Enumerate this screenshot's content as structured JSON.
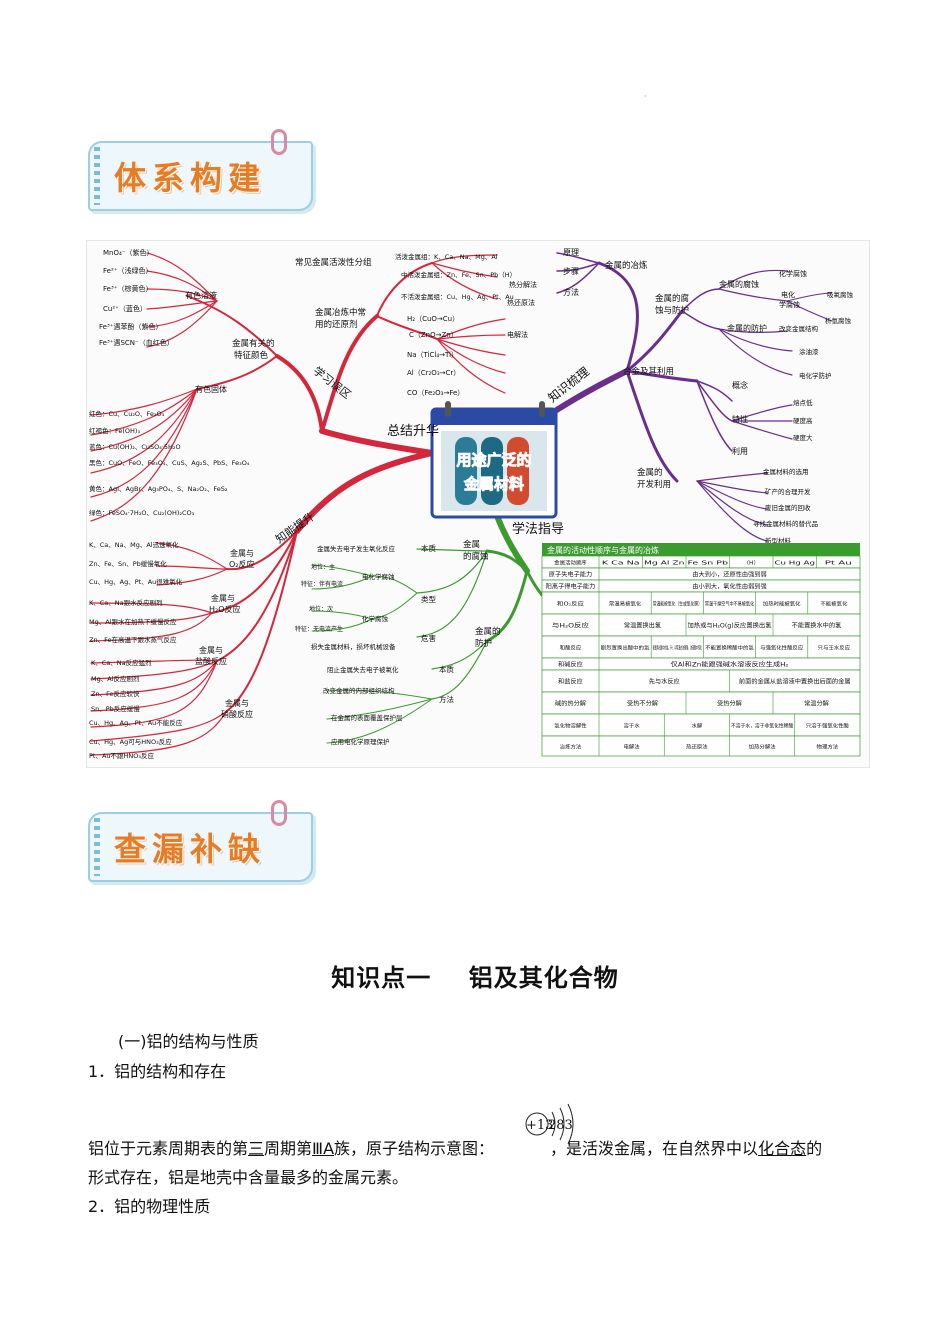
{
  "header_mark": "·",
  "banner1": {
    "title": "体系构建"
  },
  "banner2": {
    "title": "查漏补缺"
  },
  "mindmap": {
    "center_line1": "用途广泛的",
    "center_line2": "金属材料",
    "hubs": {
      "summary": "总结升华",
      "study_section": "学习误区",
      "ability": "知能提升",
      "sort": "知识梳理",
      "guide": "学法指导"
    },
    "metal_color": {
      "group": "金属有关的特征颜色",
      "solution": "有色溶液",
      "solid": "有色固体",
      "solution_items": [
        "MnO₄⁻（紫色）",
        "Fe²⁺（浅绿色）",
        "Fe³⁺（棕黄色）",
        "Cu²⁺（蓝色）",
        "Fe³⁺遇苯酚（紫色）",
        "Fe³⁺遇SCN⁻（血红色）"
      ],
      "solid_items": [
        "红色：Cu、Cu₂O、Fe₂O₃",
        "红褐色：Fe(OH)₃",
        "蓝色：Cu(OH)₂、CuSO₄·5H₂O",
        "黑色：CuO、FeO、Fe₃O₄、CuS、Ag₂S、PbS、Fe₃O₄",
        "黄色：AgI、AgBr、Ag₃PO₄、S、Na₂O₂、FeS₂",
        "绿色：FeSO₄·7H₂O、Cu₂(OH)₂CO₃"
      ]
    },
    "activity": {
      "group": "常见金属活泼性分组",
      "items": [
        "活泼金属组：K、Ca、Na、Mg、Al",
        "中活泼金属组：Zn、Fe、Sn、Pb（H）",
        "不活泼金属组：Cu、Hg、Ag、Pt、Au"
      ]
    },
    "reduction": {
      "group": "金属冶炼中常用的还原剂",
      "items": [
        "H₂（CuO→Cu）",
        "C（ZnO→Zn）",
        "Na（TiCl₄→Ti）",
        "Al（Cr₂O₃→Cr）",
        "CO（Fe₂O₃→Fe）"
      ]
    },
    "reactions": {
      "o2": "金属与O₂反应",
      "h2o": "金属与H₂O反应",
      "hcl": "金属与盐酸反应",
      "hno3": "金属与硝酸反应",
      "o2_items": [
        "K、Ca、Na、Mg、Al迅速氧化",
        "Zn、Fe、Sn、Pb缓慢氧化",
        "Cu、Hg、Ag、Pt、Au很难氧化"
      ],
      "h2o_items": [
        "K、Ca、Na跟水反应剧烈",
        "Mg、Al跟水在加热下缓慢反应",
        "Zn、Fe在高温下跟水蒸气反应"
      ],
      "hcl_items": [
        "K、Ca、Na反应猛烈",
        "Mg、Al反应剧烈",
        "Zn、Fe反应较快",
        "Sn、Pb反应缓慢",
        "Cu、Hg、Ag、Pt、Au不能反应"
      ],
      "hno3_items": [
        "Cu、Hg、Ag可与HNO₃反应",
        "Pt、Au不跟HNO₃反应"
      ]
    },
    "smelting": {
      "group": "金属的冶炼",
      "principle": "原理",
      "steps": "步骤",
      "method": "方法",
      "methods": [
        "热分解法",
        "热还原法",
        "电解法"
      ]
    },
    "corrosion_protect": {
      "group": "金属的腐蚀与防护",
      "corrosion": "金属的腐蚀",
      "protection": "金属的防护",
      "chem": "化学腐蚀",
      "electro": "电化学腐蚀",
      "hydrogen": "析氢腐蚀",
      "oxygen": "吸氧腐蚀",
      "p1": "改变金属结构",
      "p2": "涂油漆",
      "p3": "电化学防护"
    },
    "alloy": {
      "group": "合金及其利用",
      "concept": "概念",
      "feature": "特性",
      "use": "利用",
      "f1": "熔点低",
      "f2": "硬度高",
      "f3": "硬度大"
    },
    "develop": {
      "group": "金属的开发利用",
      "items": [
        "金属材料的选用",
        "矿产的合理开发",
        "废旧金属的回收",
        "寻找金属材料的替代品",
        "新型材料"
      ]
    },
    "green_corrosion": {
      "group": "金属的腐蚀",
      "essence": "本质",
      "type": "类型",
      "harm": "危害",
      "essence_text": "金属失去电子发生氧化反应",
      "electro": "电化学腐蚀",
      "electro_a": "地位：主",
      "electro_b": "特征：伴有电流",
      "chem": "化学腐蚀",
      "chem_a": "地位：次",
      "chem_b": "特征：无电流产生",
      "harm_text": "损失金属材料，损坏机械设备"
    },
    "green_protect": {
      "group": "金属的防护",
      "essence": "本质",
      "method": "方法",
      "essence_text": "阻止金属失去电子被氧化",
      "m1": "改变金属的内部组织结构",
      "m2": "在金属的表面覆盖保护层",
      "m3": "应用电化学原理保护"
    },
    "table": {
      "title": "金属的活动性顺序与金属的冶炼",
      "rows": [
        [
          "金属活动顺序",
          "K Ca Na",
          "Mg Al Zn",
          "Fe Sn Pb",
          "（H）",
          "Cu Hg Ag",
          "Pt Au"
        ],
        [
          "原子失电子能力",
          "由大到小，还原性由强到弱"
        ],
        [
          "阳离子得电子能力",
          "由小到大，氧化性由弱到强"
        ],
        [
          "和O₂反应",
          "常温易被氧化",
          "常温能被氧化（生成氧化膜）",
          "常温干燥空气中不易被氧化",
          "加热时能被氧化",
          "不能被氧化"
        ],
        [
          "与H₂O反应",
          "常温置换出氢",
          "加热或与H₂O(g)反应置换出氢",
          "不能置换水中的氢"
        ],
        [
          "和酸反应",
          "剧烈置换出酸中的氢",
          "能置换出酸中的氢，Fe、Al常温在浓硝酸、浓硫酸中钝化",
          "不能置换稀酸中的氢",
          "与强氧化性酸反应",
          "只与王水反应"
        ],
        [
          "和碱反应",
          "仅Al和Zn能跟强碱水溶液反应生成H₂"
        ],
        [
          "和盐反应",
          "先与水反应",
          "前面的金属从盐溶液中置换出后面的金属"
        ],
        [
          "碱的热分解",
          "受热不分解",
          "受热分解",
          "常温分解"
        ],
        [
          "氢化物溶解性",
          "溶于水",
          "水解",
          "不溶于水，溶于非氧化性稀酸",
          "只溶于强氧化性酸"
        ],
        [
          "冶炼方法",
          "电解法",
          "热还原法",
          "加热分解法",
          "物理方法"
        ]
      ]
    }
  },
  "section": {
    "title": "知识点一    铝及其化合物",
    "sub1": "(一)铝的结构与性质",
    "h1": "1．铝的结构和存在",
    "para_a": "铝位于元素周期表的第",
    "period": "三",
    "para_b": "周期第",
    "group": "ⅢA",
    "para_c": "族，原子结构示意图：",
    "para_d": "，是活泼金属，在自然界中以",
    "form": "化合态",
    "para_e": "的",
    "para2": "形式存在，铝是地壳中含量最多的金属元素。",
    "h2": "2．铝的物理性质",
    "atom_nucleus": "+13",
    "atom_shells": "283"
  }
}
